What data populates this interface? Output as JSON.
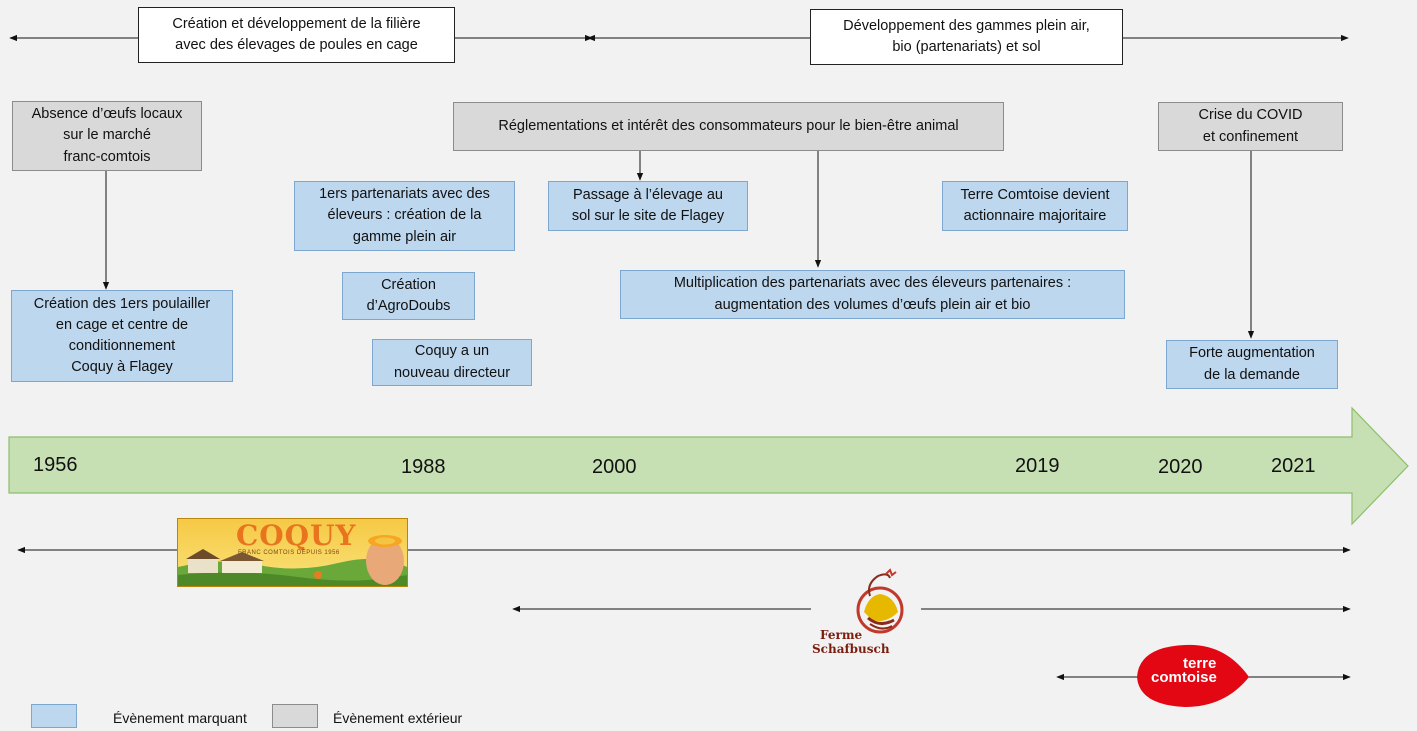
{
  "periods": {
    "left": "Création et développement de la filière\navec des élevages de poules en cage",
    "right": "Développement des gammes plein air,\nbio (partenariats) et sol"
  },
  "external_events": {
    "absence": "Absence d’œufs locaux\nsur le marché\nfranc-comtois",
    "reglementations": "Réglementations et intérêt des consommateurs pour le bien-être animal",
    "covid": "Crise du COVID\net confinement"
  },
  "key_events": {
    "creation_poulailler": "Création des 1ers poulailler\nen cage et centre de\nconditionnement\nCoquy à Flagey",
    "partenariats": "1ers partenariats avec des\néleveurs : création de la\ngamme plein air",
    "agrodoubs": "Création\nd’AgroDoubs",
    "directeur": "Coquy a un\nnouveau directeur",
    "sol": "Passage à l’élevage au\nsol sur le site de  Flagey",
    "terre_comtoise": "Terre Comtoise devient\nactionnaire majoritaire",
    "multiplication": "Multiplication des partenariats avec des éleveurs partenaires :\naugmentation des volumes d’œufs plein air et bio",
    "demande": "Forte augmentation\nde la demande"
  },
  "years": [
    "1956",
    "1988",
    "2000",
    "2019",
    "2020",
    "2021"
  ],
  "logos": {
    "coquy_title": "COQUY",
    "coquy_sub": "FRANC COMTOIS DEPUIS 1956",
    "ferme_line1": "Ferme",
    "ferme_line2": "Schafbusch",
    "terre_line1": "terre",
    "terre_line2": "comtoise"
  },
  "legend": {
    "key": "Évènement marquant",
    "external": "Évènement extérieur"
  },
  "colors": {
    "key_event": "#bdd7ee",
    "external_event": "#d9d9d9",
    "timeline_arrow": "#c6e0b4",
    "terre_comtoise_red": "#e30613",
    "ferme_red": "#c0392b"
  }
}
